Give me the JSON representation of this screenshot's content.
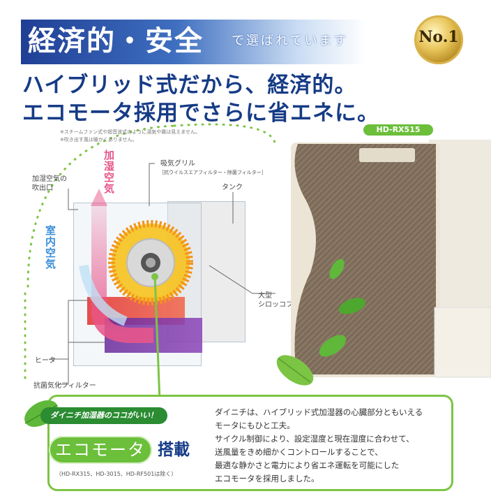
{
  "header": {
    "title": "経済的・安全",
    "subtitle": "で選ばれています",
    "badge": "No.1"
  },
  "headline": {
    "line1": "ハイブリッド式だから、経済的。",
    "line2": "エコモータ採用でさらに省エネに。"
  },
  "notes": [
    "※スチームファン式や超音波式のように湯気や霧は見えません。",
    "※吹き出す風は暖かくありません。"
  ],
  "model": "HD-RX515",
  "diagram": {
    "humidified_air_label": "加湿空気",
    "room_air_label": "室内空気",
    "outlet_label_1": "加湿空気の",
    "outlet_label_2": "吹出口",
    "intake_label": "吸気グリル",
    "intake_sub": "［抗ウイルスエアフィルター・除菌フィルター］",
    "tank_label": "タンク",
    "fan_label_1": "大型",
    "fan_label_2": "シロッコファン",
    "heater_label": "ヒータ",
    "filter_label": "抗菌気化フィルター"
  },
  "eco": {
    "badge": "ダイニチ加湿器のココがいい！",
    "motor": "エコモータ",
    "equipped": "搭載",
    "exclusions": "（HD-RX315、HD-3015、HD-RF501は除く）",
    "description": [
      "ダイニチは、ハイブリッド式加湿器の心臓部分ともいえる",
      "モータにもひと工夫。",
      "サイクル制御により、設定湿度と現在湿度に合わせて、",
      "送風量をきめ細かくコントロールすることで、",
      "最適な静かさと電力により省エネ運転を可能にした",
      "エコモータを採用しました。"
    ]
  },
  "colors": {
    "navy": "#163b86",
    "green": "#6bbf3a",
    "pink": "#e8558a",
    "blue_text": "#3b8fd8"
  }
}
